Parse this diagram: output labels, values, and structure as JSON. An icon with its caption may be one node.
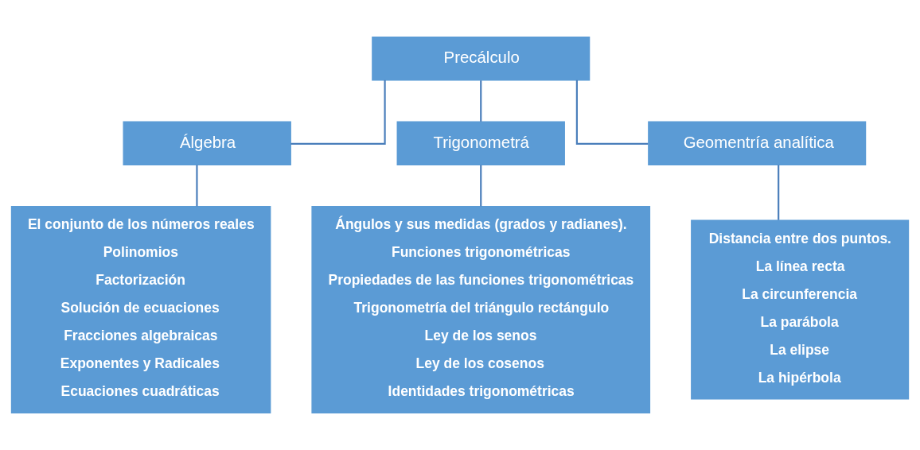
{
  "diagram": {
    "nodes": [
      {
        "text": [
          "Precálculo"
        ]
      },
      {
        "text": [
          "Álgebra"
        ]
      },
      {
        "text": [
          "Trigonometrá"
        ]
      },
      {
        "text": [
          "Geomentría analítica"
        ]
      },
      {
        "text": [
          "El conjunto de los números reales",
          "Polinomios",
          "Factorización",
          "Solución de ecuaciones",
          "Fracciones algebraicas",
          "Exponentes y Radicales",
          "Ecuaciones cuadráticas"
        ]
      },
      {
        "text": [
          "Ángulos y sus medidas (grados y radianes).",
          "Funciones trigonométricas",
          "Propiedades de las funciones trigonométricas",
          "Trigonometría del triángulo rectángulo",
          "Ley de los senos",
          "Ley de los cosenos",
          "Identidades trigonométricas"
        ]
      },
      {
        "text": [
          "Distancia entre dos puntos.",
          "La línea recta",
          "La circunferencia",
          "La parábola",
          "La elipse",
          "La hipérbola"
        ]
      }
    ],
    "edges": [
      {
        "from": 0,
        "to": 1,
        "arrow": "none"
      },
      {
        "from": 0,
        "to": 2,
        "arrow": "none"
      },
      {
        "from": 0,
        "to": 3,
        "arrow": "none"
      },
      {
        "from": 1,
        "to": 4,
        "arrow": "none"
      },
      {
        "from": 2,
        "to": 5,
        "arrow": "none"
      },
      {
        "from": 3,
        "to": 6,
        "arrow": "none"
      }
    ]
  }
}
